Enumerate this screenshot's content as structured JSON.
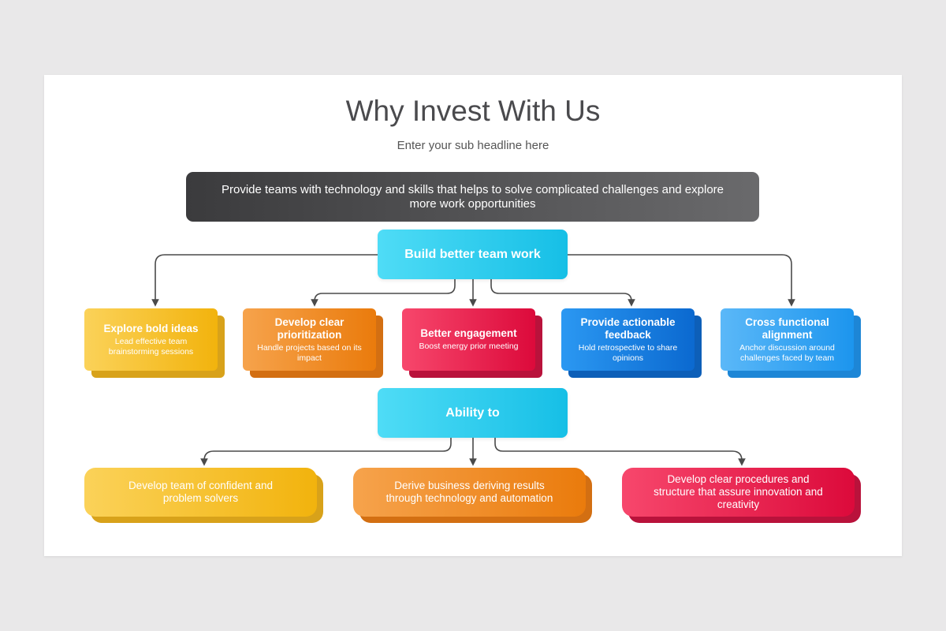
{
  "title": "Why Invest With Us",
  "subtitle": "Enter your sub headline here",
  "banner": "Provide teams with technology and skills that helps to solve complicated challenges and explore more work opportunities",
  "hub1": "Build better team work",
  "hub2": "Ability to",
  "cards": [
    {
      "title": "Explore bold ideas",
      "desc": "Lead effective team brainstorming sessions",
      "color": "#f2b30d"
    },
    {
      "title": "Develop clear prioritization",
      "desc": "Handle projects based on its impact",
      "color": "#ea7b0c"
    },
    {
      "title": "Better engagement",
      "desc": "Boost energy prior meeting",
      "color": "#dc0a3b"
    },
    {
      "title": "Provide actionable feedback",
      "desc": "Hold retrospective to share opinions",
      "color": "#0b69d0"
    },
    {
      "title": "Cross functional alignment",
      "desc": "Anchor discussion around challenges faced by team",
      "color": "#1c95ee"
    }
  ],
  "bottom": [
    {
      "text": "Develop team of confident and problem solvers",
      "color": "#f2b30d"
    },
    {
      "text": "Derive business deriving results through technology and automation",
      "color": "#ea7b0c"
    },
    {
      "text": "Develop clear procedures and structure that assure innovation and creativity",
      "color": "#dc0a3b"
    }
  ],
  "colors": {
    "hub": "#16bfe6",
    "banner": "#3b3b3d",
    "connector": "#4a4a4a"
  }
}
